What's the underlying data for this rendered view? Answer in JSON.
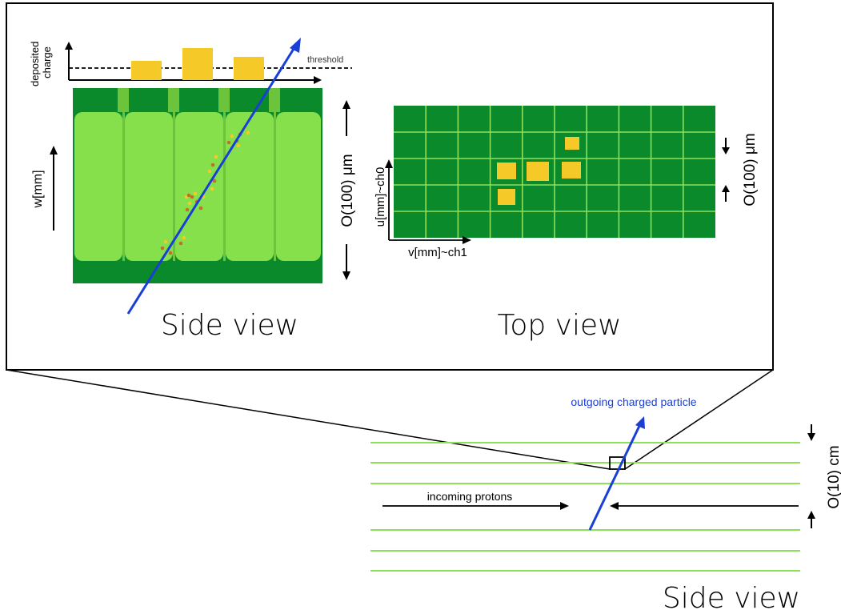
{
  "zoom_panel": {
    "side_view": {
      "y_label": "deposited\ncharge",
      "threshold_label": "threshold",
      "axis_label": "w[mm]",
      "thickness_label": "O(100) μm",
      "caption": "Side view"
    },
    "top_view": {
      "y_axis_label": "u[mm]~ch0",
      "x_axis_label": "v[mm]~ch1",
      "pitch_label": "O(100) μm",
      "caption": "Top view"
    }
  },
  "detector": {
    "particle_label": "outgoing charged particle",
    "beam_label": "incoming protons",
    "spacing_label": "O(10) cm",
    "caption": "Side view"
  },
  "colors": {
    "dark_green": "#0a8a2a",
    "light_green": "#86e04c",
    "mid_green": "#6cc43c",
    "hit_yellow": "#f5c928",
    "track_blue": "#1a3fd6",
    "label_blue": "#1a3fd6",
    "layer_line": "#8ee05a"
  }
}
